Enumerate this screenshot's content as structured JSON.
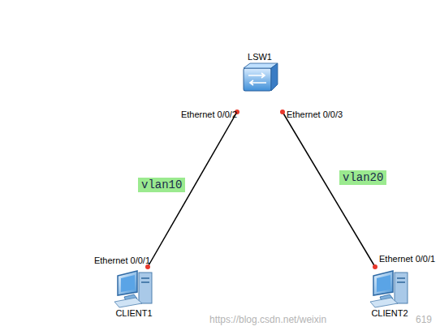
{
  "diagram": {
    "nodes": [
      {
        "text": [
          "LSW1"
        ]
      },
      {
        "text": [
          "CLIENT1"
        ]
      },
      {
        "text": [
          "CLIENT2"
        ]
      }
    ],
    "edges": [
      {
        "from": 0,
        "to": 1,
        "arrow": "none",
        "label": "vlan10"
      },
      {
        "from": 0,
        "to": 2,
        "arrow": "none",
        "label": "vlan20"
      }
    ],
    "labels": [
      "Ethernet 0/0/2",
      "Ethernet 0/0/3",
      "Ethernet 0/0/1",
      "Ethernet 0/0/1",
      "https://blog.csdn.net/weixin",
      "619"
    ]
  }
}
